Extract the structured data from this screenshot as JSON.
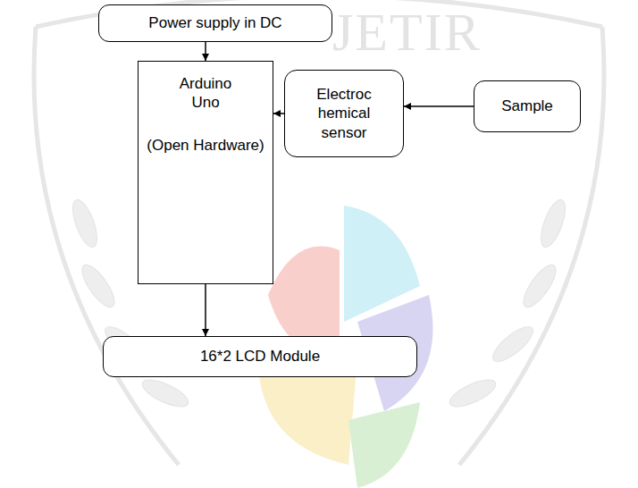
{
  "diagram": {
    "nodes": [
      {
        "text": [
          "Power supply in DC"
        ]
      },
      {
        "text": [
          "Arduino Uno",
          "(Open Hardware)"
        ]
      },
      {
        "text": [
          "Electroc hemical sensor"
        ]
      },
      {
        "text": [
          "Sample"
        ]
      },
      {
        "text": [
          "16*2 LCD Module"
        ]
      }
    ],
    "edges": [
      {
        "from": 0,
        "to": 1,
        "arrow": "to"
      },
      {
        "from": 3,
        "to": 2,
        "arrow": "to"
      },
      {
        "from": 2,
        "to": 1,
        "arrow": "to"
      },
      {
        "from": 1,
        "to": 4,
        "arrow": "to"
      }
    ],
    "labels": [
      "JETIR"
    ]
  }
}
